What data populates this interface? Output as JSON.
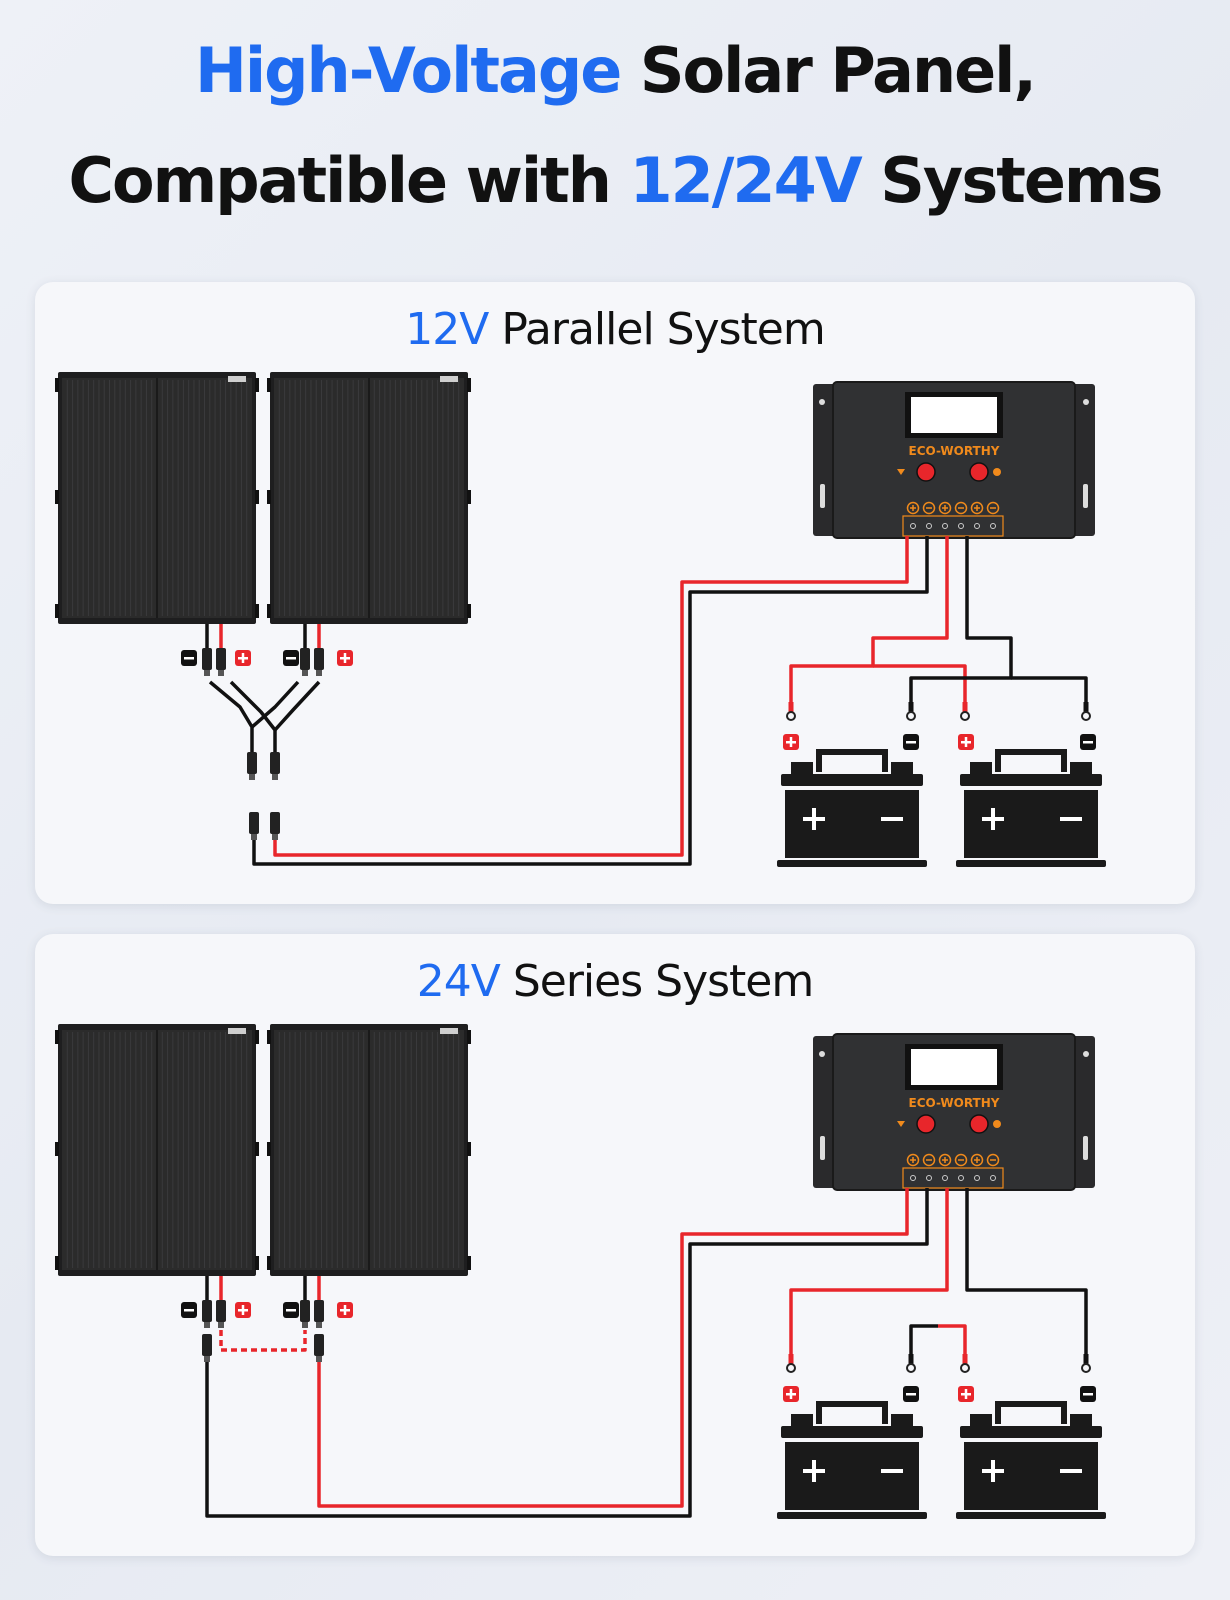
{
  "headline": {
    "line1_accent": "High-Voltage",
    "line1_rest": " Solar Panel,",
    "line2_start": "Compatible with ",
    "line2_accent": "12/24V",
    "line2_end": " Systems"
  },
  "sections": [
    {
      "title_accent": "12V",
      "title_rest": " Parallel System",
      "controller_brand": "ECO-WORTHY"
    },
    {
      "title_accent": "24V",
      "title_rest": " Series System",
      "controller_brand": "ECO-WORTHY"
    }
  ],
  "colors": {
    "accent": "#1f6bf0",
    "positive": "#e8262b",
    "negative": "#111111",
    "panel": "#2b2b2b",
    "controller": "#303133",
    "brand_text": "#f08a1c"
  },
  "icons": [
    "solar-panel-icon",
    "charge-controller-icon",
    "battery-icon",
    "plus-icon",
    "minus-icon",
    "mc4-connector-icon"
  ]
}
